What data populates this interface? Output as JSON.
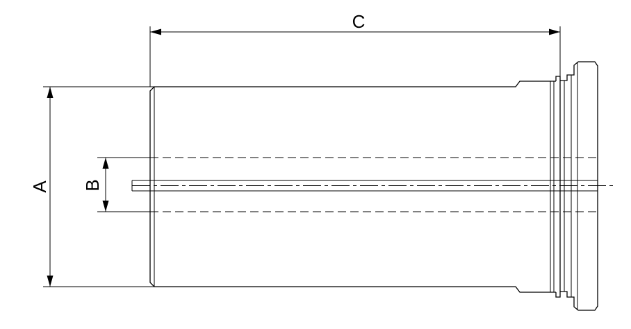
{
  "labels": {
    "dim_a": "A",
    "dim_b": "B",
    "dim_c": "C"
  },
  "line_color": "#000000",
  "background": "#ffffff"
}
